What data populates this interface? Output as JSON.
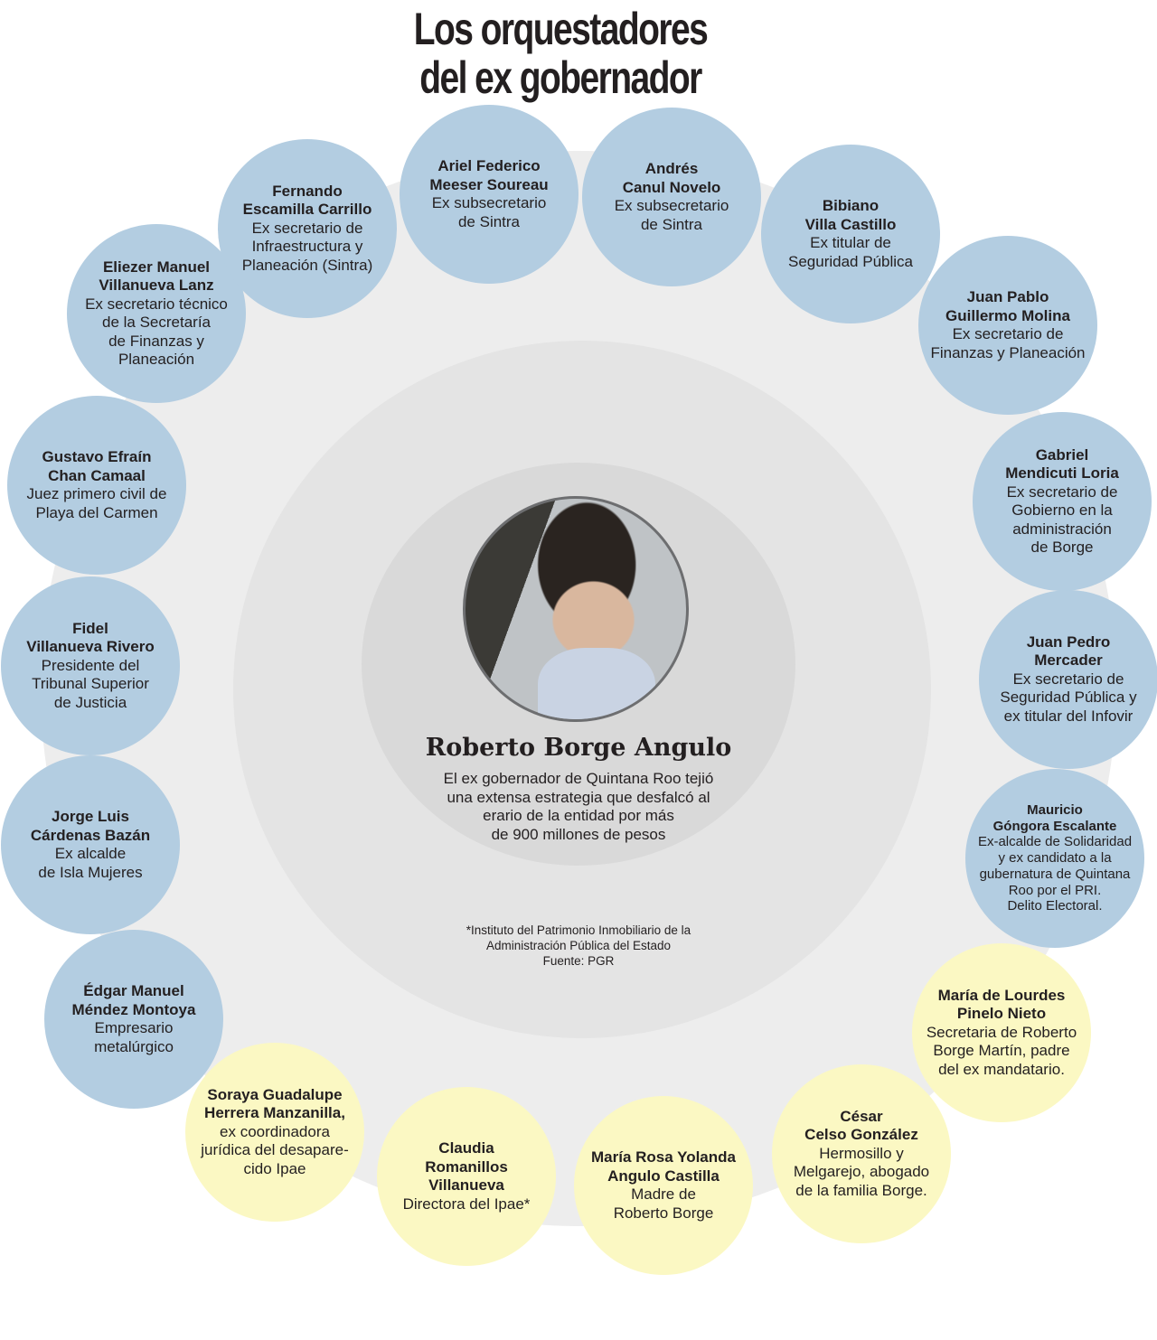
{
  "title": [
    "Los orquestadores",
    "del ex gobernador"
  ],
  "center": {
    "name": "Roberto Borge Angulo",
    "description": [
      "El ex gobernador de Quintana Roo tejió",
      "una extensa estrategia que desfalcó al",
      "erario de la entidad por más",
      "de 900 millones de pesos"
    ]
  },
  "footnote": [
    "*Instituto del Patrimonio Inmobiliario de la",
    "Administración Pública del Estado",
    "Fuente: PGR"
  ],
  "colors": {
    "blue": "#b3cde1",
    "yellow": "#fbf8c3",
    "ring_outer": "#ededed",
    "ring_mid": "#e4e4e4",
    "ring_inner": "#d9d9d9"
  },
  "people": [
    {
      "name": [
        "Eliezer Manuel",
        "Villanueva Lanz"
      ],
      "desc": [
        "Ex secretario técnico",
        "de la Secretaría",
        "de Finanzas y",
        "Planeación"
      ],
      "color": "blue"
    },
    {
      "name": [
        "Fernando",
        "Escamilla Carrillo"
      ],
      "desc": [
        "Ex secretario de",
        "Infraestructura y",
        "Planeación (Sintra)"
      ],
      "color": "blue"
    },
    {
      "name": [
        "Ariel Federico",
        "Meeser Soureau"
      ],
      "desc": [
        "Ex subsecretario",
        "de Sintra"
      ],
      "color": "blue"
    },
    {
      "name": [
        "Andrés",
        "Canul Novelo"
      ],
      "desc": [
        "Ex subsecretario",
        "de Sintra"
      ],
      "color": "blue"
    },
    {
      "name": [
        "Bibiano",
        "Villa Castillo"
      ],
      "desc": [
        "Ex titular de",
        "Seguridad Pública"
      ],
      "color": "blue"
    },
    {
      "name": [
        "Juan Pablo",
        "Guillermo Molina"
      ],
      "desc": [
        "Ex secretario de",
        "Finanzas y Planeación"
      ],
      "color": "blue"
    },
    {
      "name": [
        "Gustavo Efraín",
        "Chan Camaal"
      ],
      "desc": [
        "Juez primero civil de",
        "Playa del Carmen"
      ],
      "color": "blue"
    },
    {
      "name": [
        "Gabriel",
        "Mendicuti Loria"
      ],
      "desc": [
        "Ex secretario de",
        "Gobierno en la",
        "administración",
        "de Borge"
      ],
      "color": "blue"
    },
    {
      "name": [
        "Fidel",
        "Villanueva Rivero"
      ],
      "desc": [
        "Presidente del",
        "Tribunal Superior",
        "de Justicia"
      ],
      "color": "blue"
    },
    {
      "name": [
        "Juan Pedro",
        "Mercader"
      ],
      "desc": [
        "Ex secretario de",
        "Seguridad Pública y",
        "ex titular del Infovir"
      ],
      "color": "blue"
    },
    {
      "name": [
        "Jorge Luis",
        "Cárdenas Bazán"
      ],
      "desc": [
        "Ex alcalde",
        "de Isla Mujeres"
      ],
      "color": "blue"
    },
    {
      "name": [
        "Mauricio",
        "Góngora Escalante"
      ],
      "desc": [
        "Ex-alcalde de Solidaridad",
        "y ex candidato a la",
        "gubernatura de Quintana",
        "Roo por el PRI.",
        "Delito Electoral."
      ],
      "color": "blue"
    },
    {
      "name": [
        "Édgar Manuel",
        "Méndez Montoya"
      ],
      "desc": [
        "Empresario",
        "metalúrgico"
      ],
      "color": "blue"
    },
    {
      "name": [
        "María de Lourdes",
        "Pinelo Nieto"
      ],
      "desc": [
        "Secretaria de Roberto",
        "Borge Martín, padre",
        "del ex mandatario."
      ],
      "color": "yellow"
    },
    {
      "name": [
        "Soraya Guadalupe",
        "Herrera Manzanilla,"
      ],
      "desc": [
        "ex coordinadora",
        "jurídica del desapare-",
        "cido Ipae"
      ],
      "color": "yellow"
    },
    {
      "name": [
        "Claudia",
        "Romanillos",
        "Villanueva"
      ],
      "desc": [
        "Directora del  Ipae*"
      ],
      "color": "yellow"
    },
    {
      "name": [
        "María Rosa Yolanda",
        "Angulo Castilla"
      ],
      "desc": [
        "Madre de",
        "Roberto Borge"
      ],
      "color": "yellow"
    },
    {
      "name": [
        "César",
        "Celso González"
      ],
      "desc": [
        "Hermosillo y",
        "Melgarejo, abogado",
        "de la familia Borge."
      ],
      "color": "yellow"
    }
  ]
}
